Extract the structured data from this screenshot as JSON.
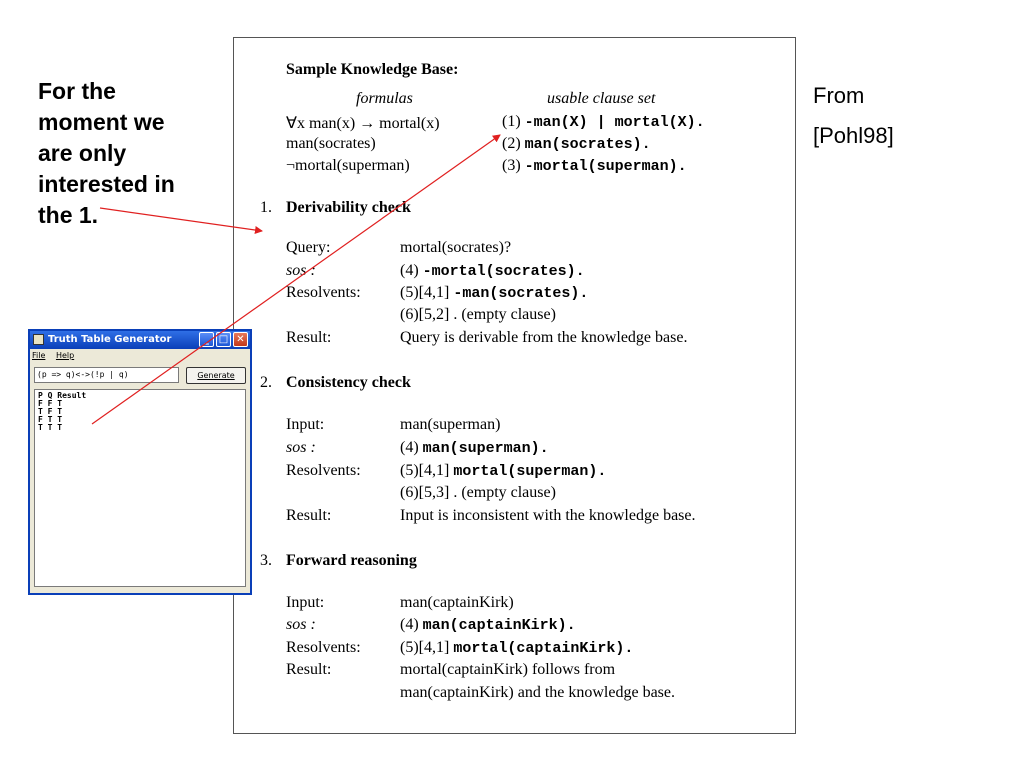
{
  "left_note": {
    "lines": [
      "For the",
      "moment we",
      "are only",
      "interested in",
      "the 1."
    ]
  },
  "from_note": {
    "lines": [
      "From",
      "[Pohl98]"
    ]
  },
  "paper": {
    "kb_title": "Sample Knowledge Base:",
    "headers": {
      "formulas": "formulas",
      "clauses": "usable clause set"
    },
    "kb_rows": [
      {
        "formula": "∀x man(x) → mortal(x)",
        "num": "(1)",
        "clause": "-man(X) | mortal(X)."
      },
      {
        "formula": "man(socrates)",
        "num": "(2)",
        "clause": "man(socrates)."
      },
      {
        "formula": "¬mortal(superman)",
        "num": "(3)",
        "clause": "-mortal(superman)."
      }
    ],
    "sections": [
      {
        "num": "1.",
        "title": "Derivability check",
        "query_label": "Query:",
        "query": "mortal(socrates)?",
        "sos_label": "sos :",
        "sos_num": "(4)",
        "sos": "-mortal(socrates).",
        "res_label": "Resolvents:",
        "res1_ref": "(5)[4,1]",
        "res1": "-man(socrates).",
        "res2_ref": "(6)[5,2]",
        "res2": ". (empty clause)",
        "result_label": "Result:",
        "result": "Query is derivable from the knowledge base."
      },
      {
        "num": "2.",
        "title": "Consistency check",
        "input_label": "Input:",
        "input": "man(superman)",
        "sos_label": "sos :",
        "sos_num": "(4)",
        "sos": "man(superman).",
        "res_label": "Resolvents:",
        "res1_ref": "(5)[4,1]",
        "res1": "mortal(superman).",
        "res2_ref": "(6)[5,3]",
        "res2": ". (empty clause)",
        "result_label": "Result:",
        "result": "Input is inconsistent with the knowledge base."
      },
      {
        "num": "3.",
        "title": "Forward reasoning",
        "input_label": "Input:",
        "input": "man(captainKirk)",
        "sos_label": "sos :",
        "sos_num": "(4)",
        "sos": "man(captainKirk).",
        "res_label": "Resolvents:",
        "res1_ref": "(5)[4,1]",
        "res1": "mortal(captainKirk).",
        "result_label": "Result:",
        "result": "mortal(captainKirk) follows from",
        "result2": "man(captainKirk) and the knowledge base."
      }
    ]
  },
  "window": {
    "title": "Truth Table Generator",
    "menu": [
      "File",
      "Help"
    ],
    "expression": "(p => q)<->(!p | q)",
    "generate_label": "Generate",
    "output_lines": [
      "P Q Result",
      "F F T",
      "T F T",
      "F T T",
      "T T T"
    ],
    "colors": {
      "titlebar": "#0a3fb8",
      "body": "#ece9d8"
    }
  },
  "arrow_color": "#e02020"
}
